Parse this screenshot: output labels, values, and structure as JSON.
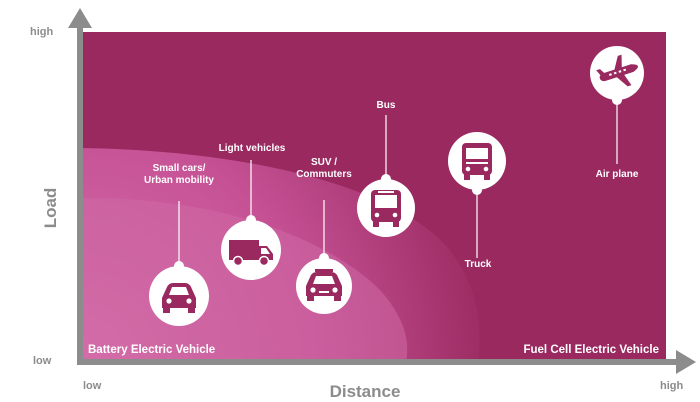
{
  "axes": {
    "y_label": "Load",
    "x_label": "Distance",
    "y_high": "high",
    "y_low": "low",
    "x_low": "low",
    "x_high": "high"
  },
  "regions": {
    "battery": "Battery Electric Vehicle",
    "fuel_cell": "Fuel Cell Electric Vehicle"
  },
  "vehicles": [
    {
      "id": "small-car",
      "label_lines": [
        "Small cars/",
        "Urban mobility"
      ],
      "icon": "car-icon"
    },
    {
      "id": "light-vehicle",
      "label_lines": [
        "Light vehicles"
      ],
      "icon": "van-icon"
    },
    {
      "id": "suv",
      "label_lines": [
        "SUV /",
        "Commuters"
      ],
      "icon": "suv-icon"
    },
    {
      "id": "bus",
      "label_lines": [
        "Bus"
      ],
      "icon": "bus-icon"
    },
    {
      "id": "truck",
      "label_lines": [
        "Truck"
      ],
      "icon": "truck-icon"
    },
    {
      "id": "airplane",
      "label_lines": [
        "Air plane"
      ],
      "icon": "airplane-icon"
    }
  ],
  "colors": {
    "fuel_cell_region": "#99295f",
    "battery_region": "#cc5a9c",
    "axis": "#8c8c8c",
    "icon_fill": "#99295f",
    "circle": "#ffffff"
  }
}
